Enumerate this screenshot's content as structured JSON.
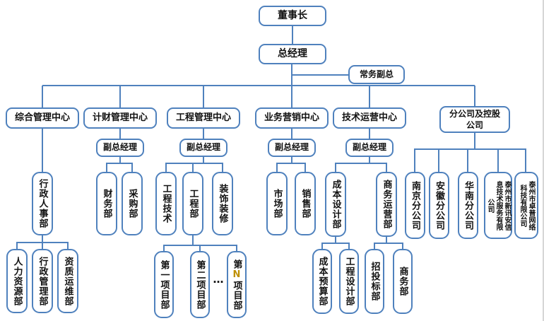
{
  "org": {
    "chairman": "董事长",
    "general_manager": "总经理",
    "executive_deputy": "常务副总",
    "deputy_gm": "副总经理",
    "ellipsis": "…",
    "centers": {
      "admin": "综合管理中心",
      "finance": "计财管理中心",
      "engineering": "工程管理中心",
      "marketing": "业务营销中心",
      "tech_ops": "技术运营中心",
      "branches_line1": "分公司及控股",
      "branches_line2": "公司"
    },
    "departments": {
      "admin_hr": "行政人事部",
      "hr": "人力资源部",
      "admin_mgmt": "行政管理部",
      "qualification_ops": "资质运维部",
      "finance_dept": "财务部",
      "procurement": "采购部",
      "eng_tech": "工程技术",
      "eng_dept": "工程部",
      "decoration": "装饰装修",
      "project1": "第一项目部",
      "project2": "第二项目部",
      "projectN_prefix": "第",
      "projectN_n": "N",
      "projectN_suffix": "项目部",
      "market": "市场部",
      "sales": "销售部",
      "cost_design": "成本设计部",
      "biz_ops": "商务运营部",
      "cost_budget": "成本预算部",
      "eng_design": "工程设计部",
      "bidding": "招投标部",
      "commerce": "商务部"
    },
    "branch_companies": {
      "nanjing": "南京分公司",
      "anhui": "安徽分公司",
      "south_china": "华南分公司",
      "xinxunan": "泰州市新讯安信息技术服务有限公司",
      "zhuopu": "泰州市卓普网络科技有限公司"
    },
    "colors": {
      "line": "#4f81bd",
      "n_highlight": "#bf9000"
    }
  }
}
